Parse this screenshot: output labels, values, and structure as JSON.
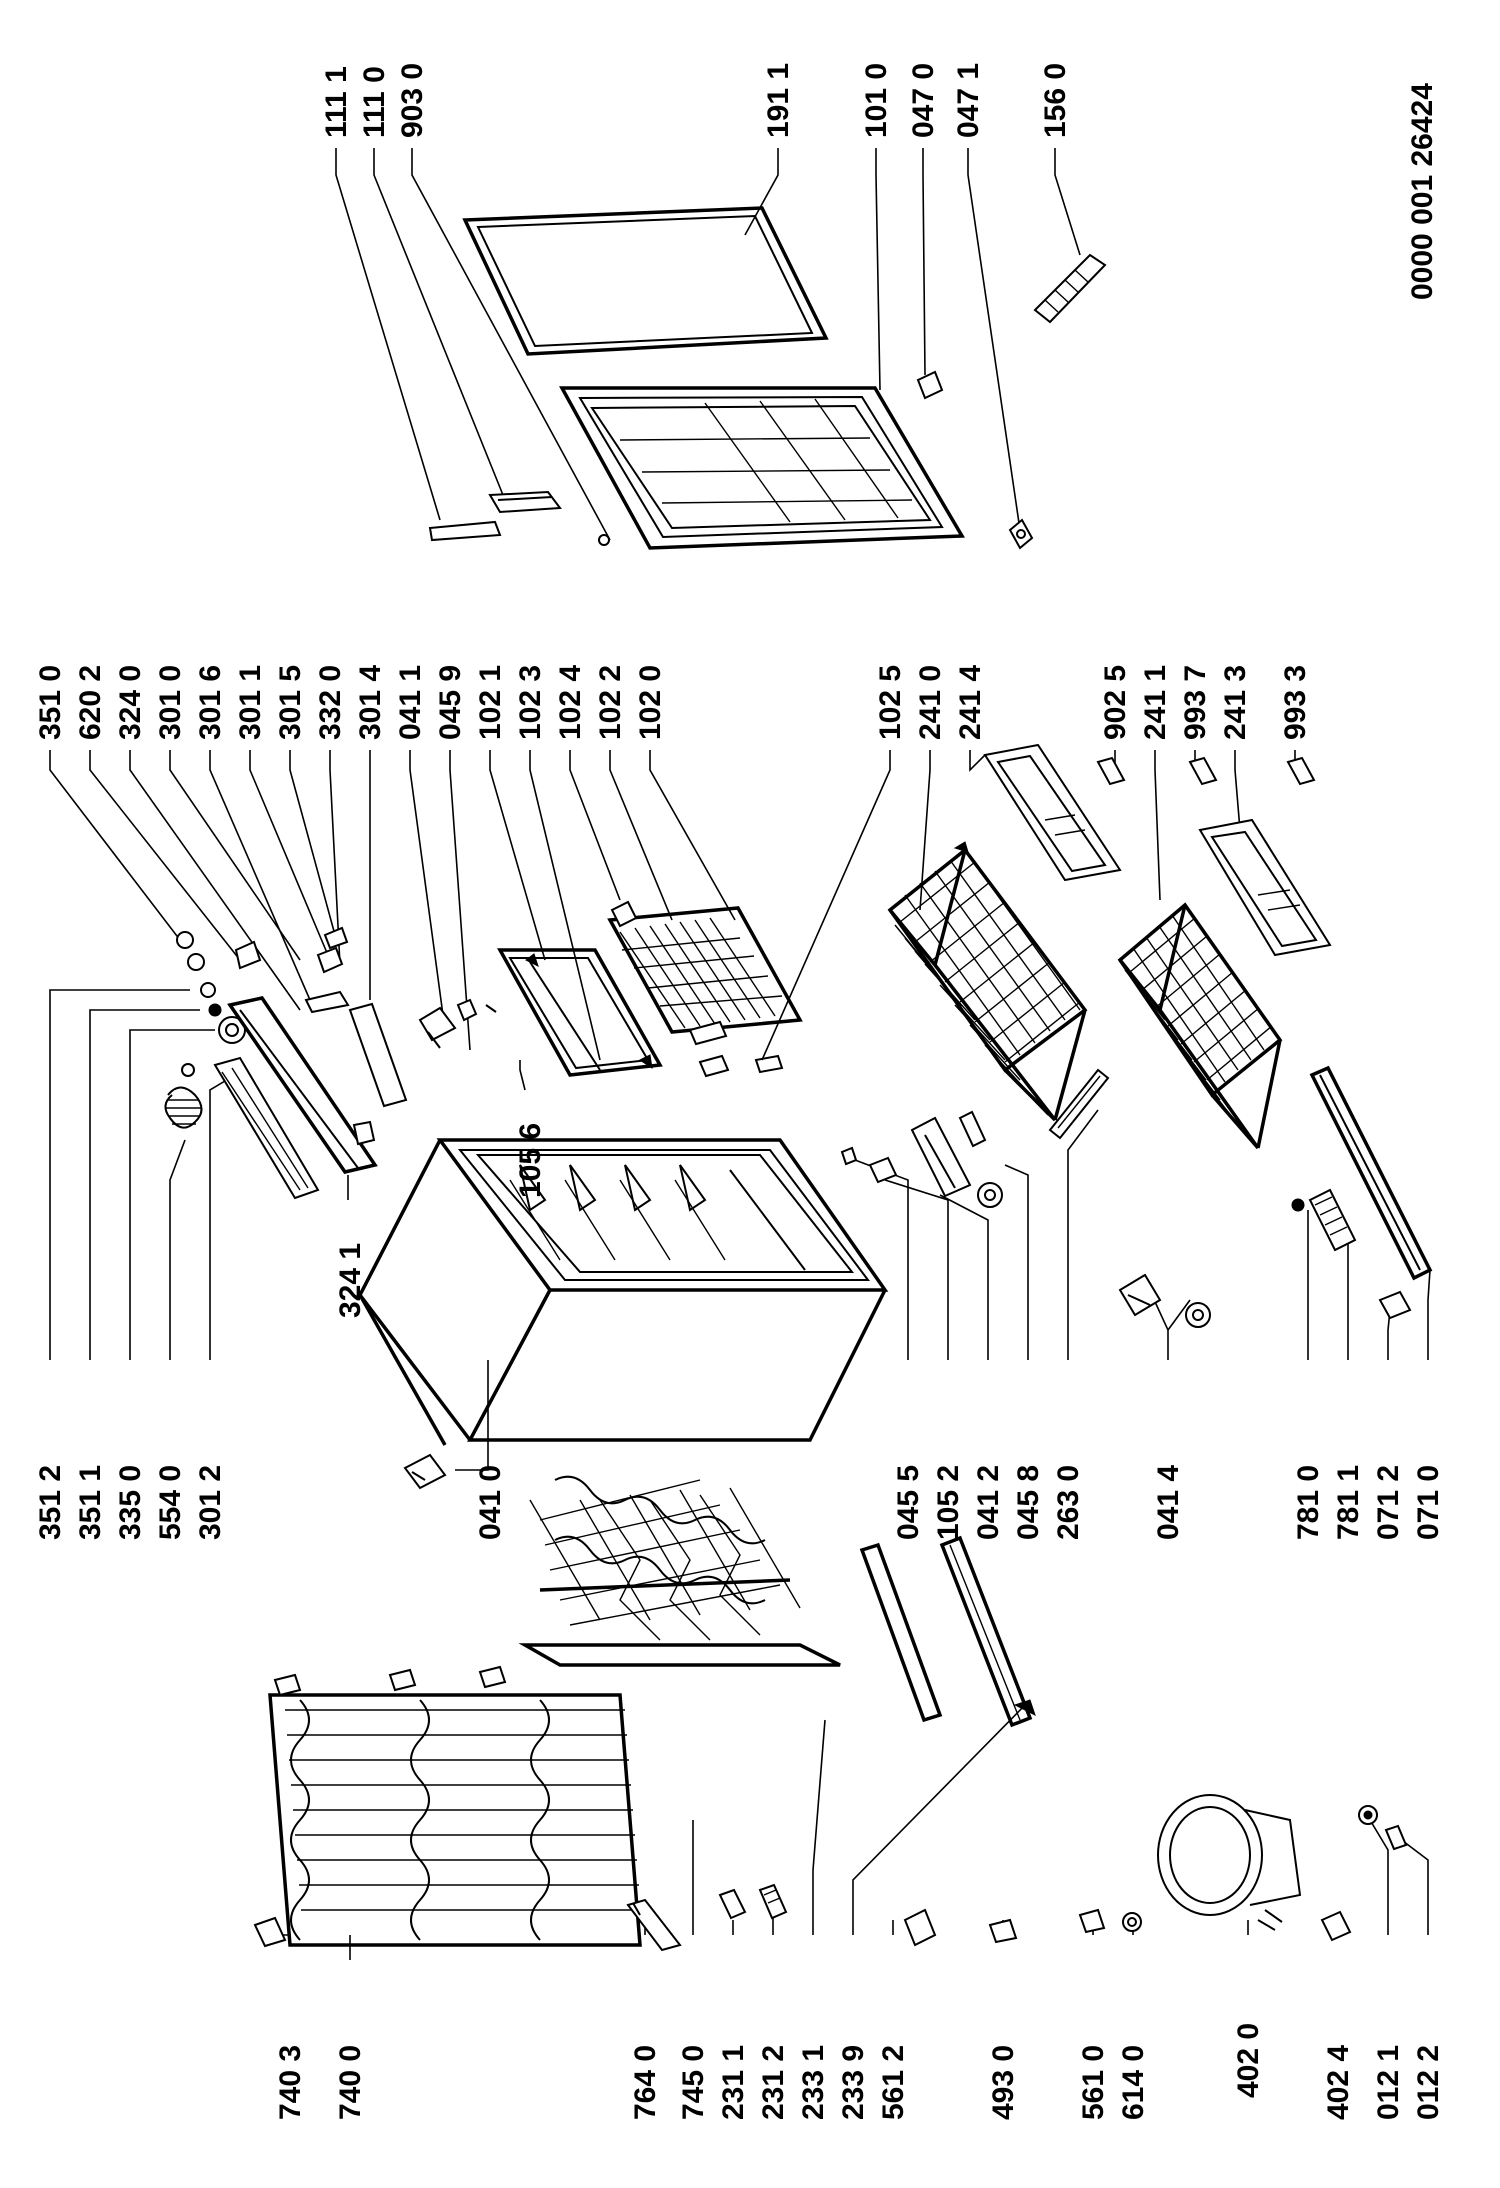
{
  "document_code": "0000 001 26424",
  "groups": {
    "door": {
      "labels": [
        "111 1",
        "111 0",
        "903 0",
        "191 1",
        "101 0",
        "047 0",
        "047 1",
        "156 0"
      ]
    },
    "control": {
      "labels_top": [
        "351 0",
        "620 2",
        "324 0",
        "301 0",
        "301 6",
        "301 1",
        "301 5",
        "332 0",
        "301 4",
        "041 1",
        "045 9",
        "102 1",
        "102 3",
        "102 4",
        "102 2",
        "102 0"
      ],
      "labels_bottom": [
        "351 2",
        "351 1",
        "335 0",
        "554 0",
        "301 2"
      ],
      "label_324_1": "324 1",
      "label_105_6": "105 6",
      "label_041_0": "041 0"
    },
    "baskets": {
      "labels_top": [
        "102 5",
        "241 0",
        "241 4",
        "902 5",
        "241 1",
        "993 7",
        "241 3",
        "993 3"
      ]
    },
    "hardware": {
      "labels_bottom": [
        "045 5",
        "105 2",
        "041 2",
        "045 8",
        "263 0",
        "041 4",
        "781 0",
        "781 1",
        "071 2",
        "071 0"
      ]
    },
    "cooling": {
      "labels": [
        "740 3",
        "740 0",
        "764 0",
        "745 0",
        "231 1",
        "231 2",
        "233 1",
        "233 9",
        "561 2",
        "493 0",
        "561 0",
        "614 0",
        "402 0",
        "402 4",
        "012 1",
        "012 2"
      ]
    }
  }
}
